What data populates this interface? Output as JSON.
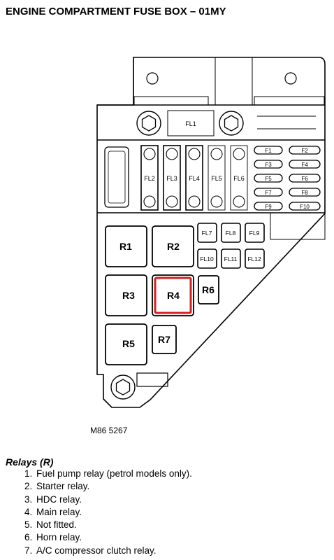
{
  "page": {
    "title": "ENGINE COMPARTMENT FUSE BOX – 01MY",
    "figure_ref": "M86 5267"
  },
  "fuses": {
    "fl1": "FL1",
    "fl2": "FL2",
    "fl3": "FL3",
    "fl4": "FL4",
    "fl5": "FL5",
    "fl6": "FL6",
    "fl7": "FL7",
    "fl8": "FL8",
    "fl9": "FL9",
    "fl10": "FL10",
    "fl11": "FL11",
    "fl12": "FL12",
    "f1": "F1",
    "f2": "F2",
    "f3": "F3",
    "f4": "F4",
    "f5": "F5",
    "f6": "F6",
    "f7": "F7",
    "f8": "F8",
    "f9": "F9",
    "f10": "F10"
  },
  "relays": {
    "r1": "R1",
    "r2": "R2",
    "r3": "R3",
    "r4": "R4",
    "r5": "R5",
    "r6": "R6",
    "r7": "R7",
    "highlight_color": "#d42020"
  },
  "legend": {
    "title": "Relays (R)",
    "items": [
      "Fuel pump relay (petrol models only).",
      "Starter relay.",
      "HDC relay.",
      "Main relay.",
      "Not fitted.",
      "Horn relay.",
      "A/C compressor clutch relay."
    ]
  }
}
